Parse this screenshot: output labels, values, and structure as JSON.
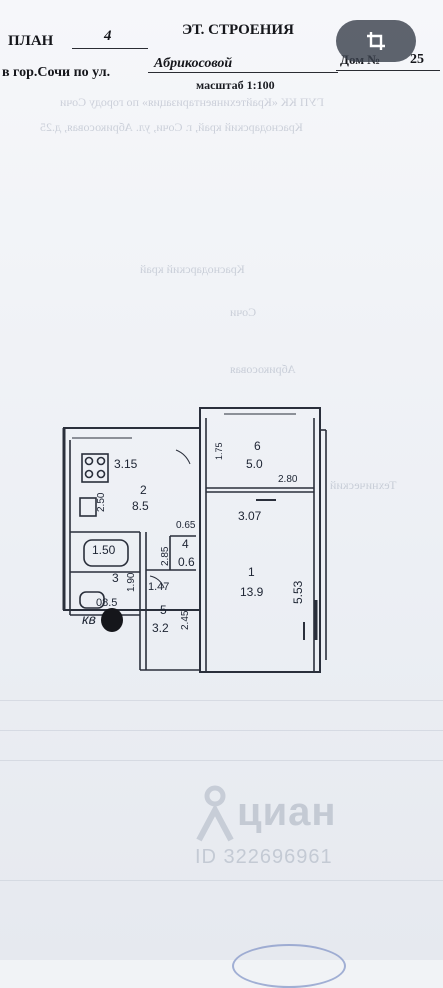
{
  "header": {
    "plan_label": "ПЛАН",
    "plan_number": "4",
    "floor_label": "ЭТ. СТРОЕНИЯ",
    "city_label": "в гор.Сочи по ул.",
    "street": "Абрикосовой",
    "house_label": "Дом №",
    "house_number": "25",
    "scale": "масштаб 1:100"
  },
  "plan": {
    "labels": [
      "3.15",
      "2",
      "8.5",
      "6",
      "5.0",
      "2.80",
      "3.07",
      "0.65",
      "4",
      "0.6",
      "1",
      "13.9",
      "1.50",
      "3",
      "08.5",
      "1.47",
      "5",
      "3.2",
      "кв",
      "2.50",
      "2.85",
      "2.45",
      "1.90",
      "5.53",
      "1.75"
    ]
  },
  "watermark": {
    "brand": "циан",
    "id": "ID 322696961"
  },
  "icons": {
    "crop": "crop-icon",
    "watermark": "location-pin-icon"
  },
  "colors": {
    "ink": "#1a1c22",
    "paper": "#f1f3f6",
    "button": "#3c424e"
  }
}
